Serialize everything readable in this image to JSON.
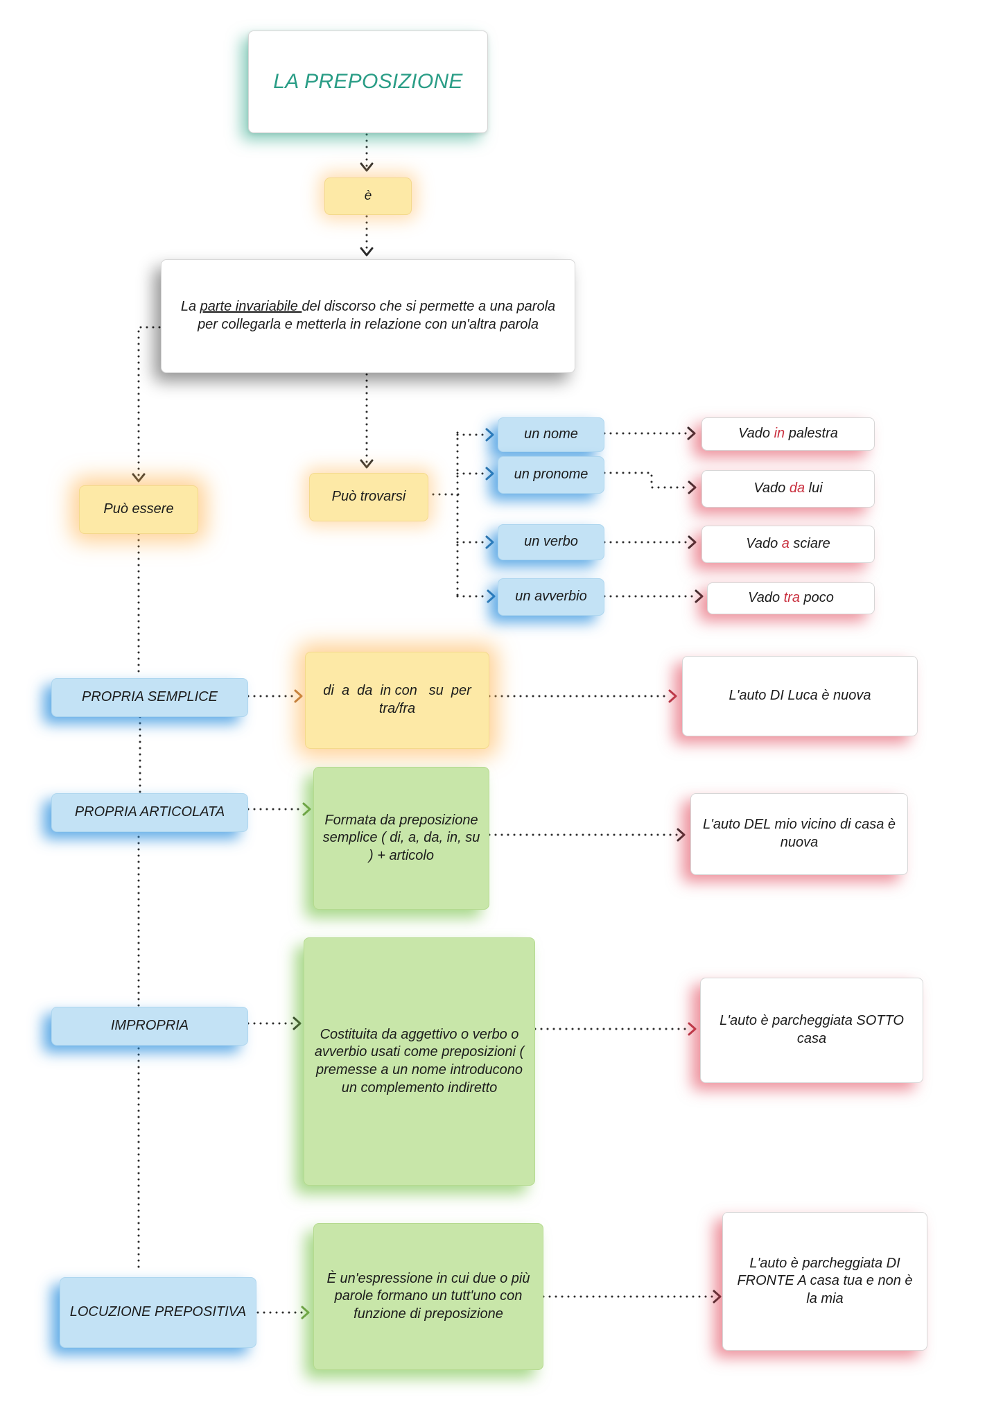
{
  "title": "LA PREPOSIZIONE",
  "connector_e": "è",
  "definition": {
    "before": "La ",
    "underlined": "parte invariabile ",
    "after": "del discorso che si permette a una parola per collegarla e metterla in relazione con un'altra parola"
  },
  "puo_essere": "Può essere",
  "puo_trovarsi": "Può trovarsi",
  "positions": [
    {
      "label": "un nome",
      "example": {
        "pre": "Vado ",
        "prep": "in",
        "post": " palestra"
      }
    },
    {
      "label": "un pronome",
      "example": {
        "pre": "Vado ",
        "prep": "da",
        "post": " lui"
      }
    },
    {
      "label": "un verbo",
      "example": {
        "pre": "Vado ",
        "prep": "a",
        "post": " sciare"
      }
    },
    {
      "label": "un avverbio",
      "example": {
        "pre": "Vado ",
        "prep": "tra",
        "post": " poco"
      }
    }
  ],
  "types": [
    {
      "label": "PROPRIA SEMPLICE",
      "description": "di  a  da  in con   su  per tra/fra",
      "example": "L'auto DI Luca è nuova"
    },
    {
      "label": "PROPRIA ARTICOLATA",
      "description": "Formata da preposizione semplice ( di, a,  da, in, su ) + articolo",
      "example": "L'auto DEL mio vicino di casa è nuova"
    },
    {
      "label": "IMPROPRIA",
      "description": "Costituita da aggettivo o verbo o avverbio usati come preposizioni ( premesse a un nome introducono un complemento indiretto",
      "example": "L'auto è parcheggiata SOTTO casa"
    },
    {
      "label": "LOCUZIONE PREPOSITIVA",
      "description": "È un'espressione in cui due o più parole formano un tutt'uno con funzione di preposizione",
      "example": "L'auto è parcheggiata DI FRONTE A casa tua e non è la mia"
    }
  ],
  "colors": {
    "title": "#2a9d86",
    "highlight": "#c9303f",
    "yellow": "#fde9a6",
    "blue": "#c3e2f5",
    "green": "#c8e6a9",
    "arrow_dark": "#2b2b2b",
    "arrow_blue": "#2f6fa3",
    "arrow_red": "#b23a48",
    "arrow_orange": "#b0703a",
    "arrow_green": "#6e9a4a"
  }
}
